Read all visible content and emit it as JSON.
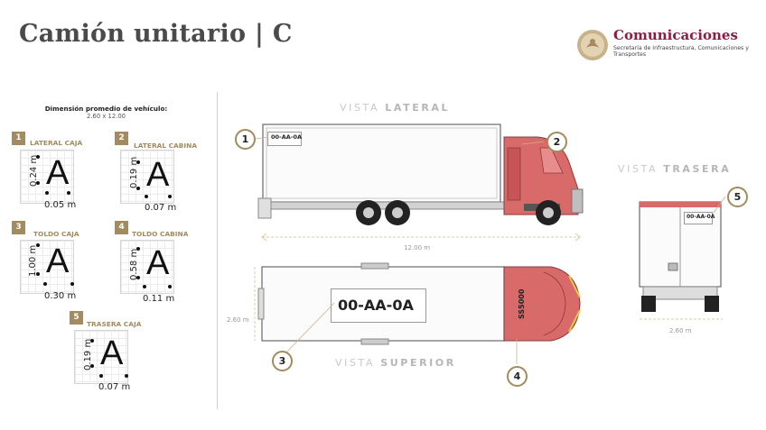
{
  "header": {
    "title": "Camión unitario  |  C",
    "brand_name": "Comunicaciones",
    "brand_sub": "Secretaría de Infraestructura, Comunicaciones y Transportes"
  },
  "dimensions": {
    "heading": "Dimensión promedio de vehículo:",
    "value": "2.60 x 12.00"
  },
  "cards": [
    {
      "number": "1",
      "label": "LATERAL CAJA",
      "letter": "A",
      "height": "0.24 m",
      "width": "0.05 m"
    },
    {
      "number": "2",
      "label": "LATERAL CABINA",
      "letter": "A",
      "height": "0.19 m",
      "width": "0.07 m"
    },
    {
      "number": "3",
      "label": "TOLDO CAJA",
      "letter": "A",
      "height": "1.00 m",
      "width": "0.30 m"
    },
    {
      "number": "4",
      "label": "TOLDO CABINA",
      "letter": "A",
      "height": "0.58 m",
      "width": "0.11 m"
    },
    {
      "number": "5",
      "label": "TRASERA CAJA",
      "letter": "A",
      "height": "0.19 m",
      "width": "0.07 m"
    }
  ],
  "views": {
    "lateral_prefix": "VISTA ",
    "lateral_strong": "LATERAL",
    "superior_prefix": "VISTA ",
    "superior_strong": "SUPERIOR",
    "trasera_prefix": "VISTA ",
    "trasera_strong": "TRASERA"
  },
  "measures": {
    "length": "12.00 m",
    "width_top": "2.60 m",
    "width_rear": "2.60 m"
  },
  "markers": [
    "1",
    "2",
    "3",
    "4",
    "5"
  ],
  "plates": {
    "small": "00-AA-0A",
    "roof": "00-AA-0A",
    "cab_roof": "SS5000"
  },
  "colors": {
    "accent": "#a38a5f",
    "highlight": "#d96a6a",
    "brand": "#8c1d40"
  }
}
